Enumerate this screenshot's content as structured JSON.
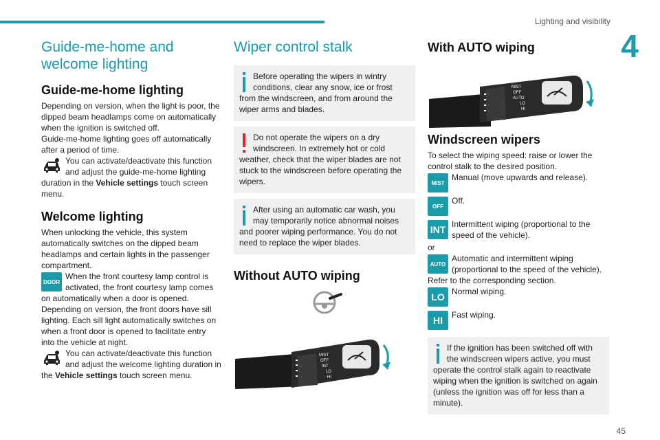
{
  "header": {
    "chapter_title": "Lighting and visibility",
    "chapter_number": "4"
  },
  "page_number": "45",
  "col1": {
    "title": "Guide-me-home and welcome lighting",
    "s1_heading": "Guide-me-home lighting",
    "s1_p1": "Depending on version, when the light is poor, the dipped beam headlamps come on automatically when the ignition is switched off.",
    "s1_p2": "Guide-me-home lighting goes off automatically after a period of time.",
    "s1_p3_pre": "You can activate/deactivate this function and adjust the guide-me-home lighting duration in the ",
    "s1_p3_bold": "Vehicle settings",
    "s1_p3_post": " touch screen menu.",
    "s2_heading": "Welcome lighting",
    "s2_p1": "When unlocking the vehicle, this system automatically switches on the dipped beam headlamps and certain lights in the passenger compartment.",
    "door_label": "DOOR",
    "s2_p2": "When the front courtesy lamp control is activated, the front courtesy lamp comes on automatically when a door is opened.",
    "s2_p3": "Depending on version, the front doors have sill lighting. Each sill light automatically switches on when a front door is opened to facilitate entry into the vehicle at night.",
    "s2_p4_pre": "You can activate/deactivate this function and adjust the welcome lighting duration in the ",
    "s2_p4_bold": "Vehicle settings",
    "s2_p4_post": " touch screen menu."
  },
  "col2": {
    "title": "Wiper control stalk",
    "note1": "Before operating the wipers in wintry conditions, clear any snow, ice or frost from the windscreen, and from around the wiper arms and blades.",
    "warn1": "Do not operate the wipers on a dry windscreen. In extremely hot or cold weather, check that the wiper blades are not stuck to the windscreen before operating the wipers.",
    "note2": "After using an automatic car wash, you may temporarily notice abnormal noises and poorer wiping performance.  You do not need to replace the wiper blades.",
    "heading_without": "Without AUTO wiping",
    "stalk_labels": [
      "MIST",
      "OFF",
      "INT",
      "LO",
      "HI"
    ]
  },
  "col3": {
    "heading_with": "With AUTO wiping",
    "stalk_labels": [
      "MIST",
      "OFF",
      "AUTO",
      "LO",
      "HI"
    ],
    "heading_wipers": "Windscreen wipers",
    "intro": "To select the wiping speed: raise or lower the control stalk to the desired position.",
    "mist_label": "MIST",
    "mist_text": "Manual (move upwards and release).",
    "off_label": "OFF",
    "off_text": "Off.",
    "int_label": "INT",
    "int_text": "Intermittent wiping (proportional to the speed of the vehicle).",
    "or_text": "or",
    "auto_label": "AUTO",
    "auto_text": "Automatic and intermittent wiping (proportional to the speed of the vehicle).",
    "refer_text": "Refer to the corresponding section.",
    "lo_label": "LO",
    "lo_text": "Normal wiping.",
    "hi_label": "HI",
    "hi_text": "Fast wiping.",
    "note3": "If the ignition has been switched off with the windscreen wipers active, you must operate the control stalk again to reactivate wiping when the ignition is switched on again (unless the ignition was off for less than a minute)."
  },
  "colors": {
    "accent": "#1b9aaa",
    "warning": "#e0202a",
    "note_bg": "#eef0f1"
  }
}
